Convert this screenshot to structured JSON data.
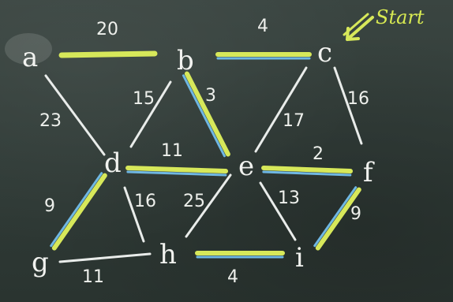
{
  "colors": {
    "board": "#303b37",
    "chalk_white": "#e9ecea",
    "chalk_yellow": "#d7e85a",
    "chalk_blue": "#6fb7e3"
  },
  "start_label": "Start",
  "nodes": [
    {
      "id": "a",
      "label": "a"
    },
    {
      "id": "b",
      "label": "b"
    },
    {
      "id": "c",
      "label": "c"
    },
    {
      "id": "d",
      "label": "d"
    },
    {
      "id": "e",
      "label": "e"
    },
    {
      "id": "f",
      "label": "f"
    },
    {
      "id": "g",
      "label": "g"
    },
    {
      "id": "h",
      "label": "h"
    },
    {
      "id": "i",
      "label": "i"
    }
  ],
  "edges": [
    {
      "from": "a",
      "to": "b",
      "weight": "20",
      "highlight": "yellow"
    },
    {
      "from": "b",
      "to": "c",
      "weight": "4",
      "highlight": "yellow-blue"
    },
    {
      "from": "a",
      "to": "d",
      "weight": "23",
      "highlight": "none"
    },
    {
      "from": "b",
      "to": "d",
      "weight": "15",
      "highlight": "none"
    },
    {
      "from": "b",
      "to": "e",
      "weight": "3",
      "highlight": "yellow-blue"
    },
    {
      "from": "c",
      "to": "e",
      "weight": "17",
      "highlight": "none"
    },
    {
      "from": "c",
      "to": "f",
      "weight": "16",
      "highlight": "none"
    },
    {
      "from": "d",
      "to": "e",
      "weight": "11",
      "highlight": "yellow-blue"
    },
    {
      "from": "e",
      "to": "f",
      "weight": "2",
      "highlight": "yellow-blue"
    },
    {
      "from": "d",
      "to": "g",
      "weight": "9",
      "highlight": "yellow-blue"
    },
    {
      "from": "d",
      "to": "h",
      "weight": "16",
      "highlight": "none"
    },
    {
      "from": "e",
      "to": "h",
      "weight": "25",
      "highlight": "none"
    },
    {
      "from": "e",
      "to": "i",
      "weight": "13",
      "highlight": "none"
    },
    {
      "from": "f",
      "to": "i",
      "weight": "9",
      "highlight": "yellow-blue"
    },
    {
      "from": "g",
      "to": "h",
      "weight": "11",
      "highlight": "none"
    },
    {
      "from": "h",
      "to": "i",
      "weight": "4",
      "highlight": "yellow-blue"
    }
  ]
}
